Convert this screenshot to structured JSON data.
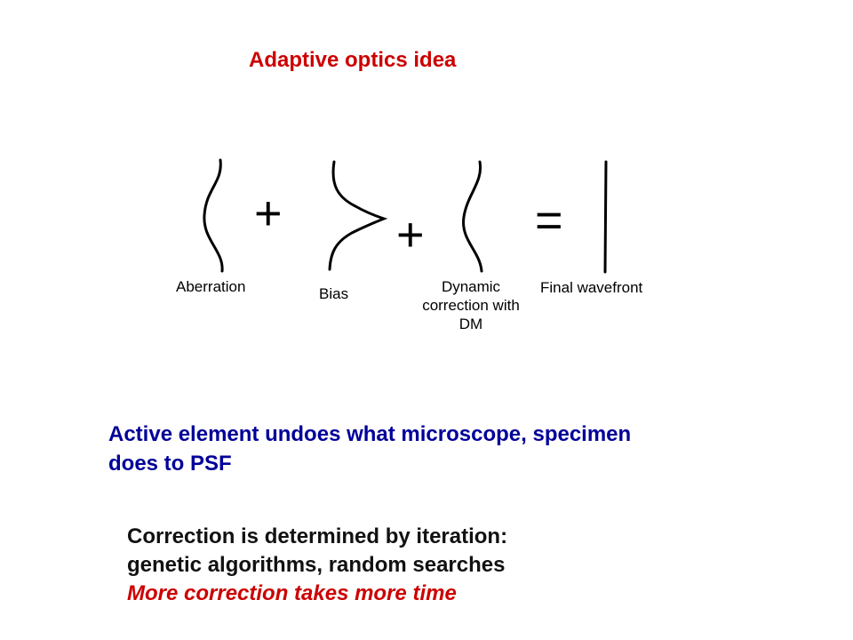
{
  "title": "Adaptive optics idea",
  "diagram": {
    "labels": {
      "aberration": "Aberration",
      "bias": "Bias",
      "dynamic_line1": "Dynamic",
      "dynamic_line2": "correction with",
      "dynamic_line3": "DM",
      "final": "Final wavefront"
    },
    "operators": {
      "plus1": "+",
      "plus2": "+",
      "equals": "="
    }
  },
  "text": {
    "active_line1": "Active element undoes what microscope, specimen",
    "active_line2": "does to PSF",
    "correction_line1": "Correction is determined by iteration:",
    "correction_line2": "genetic algorithms, random searches",
    "correction_line3": "More correction takes more time"
  }
}
